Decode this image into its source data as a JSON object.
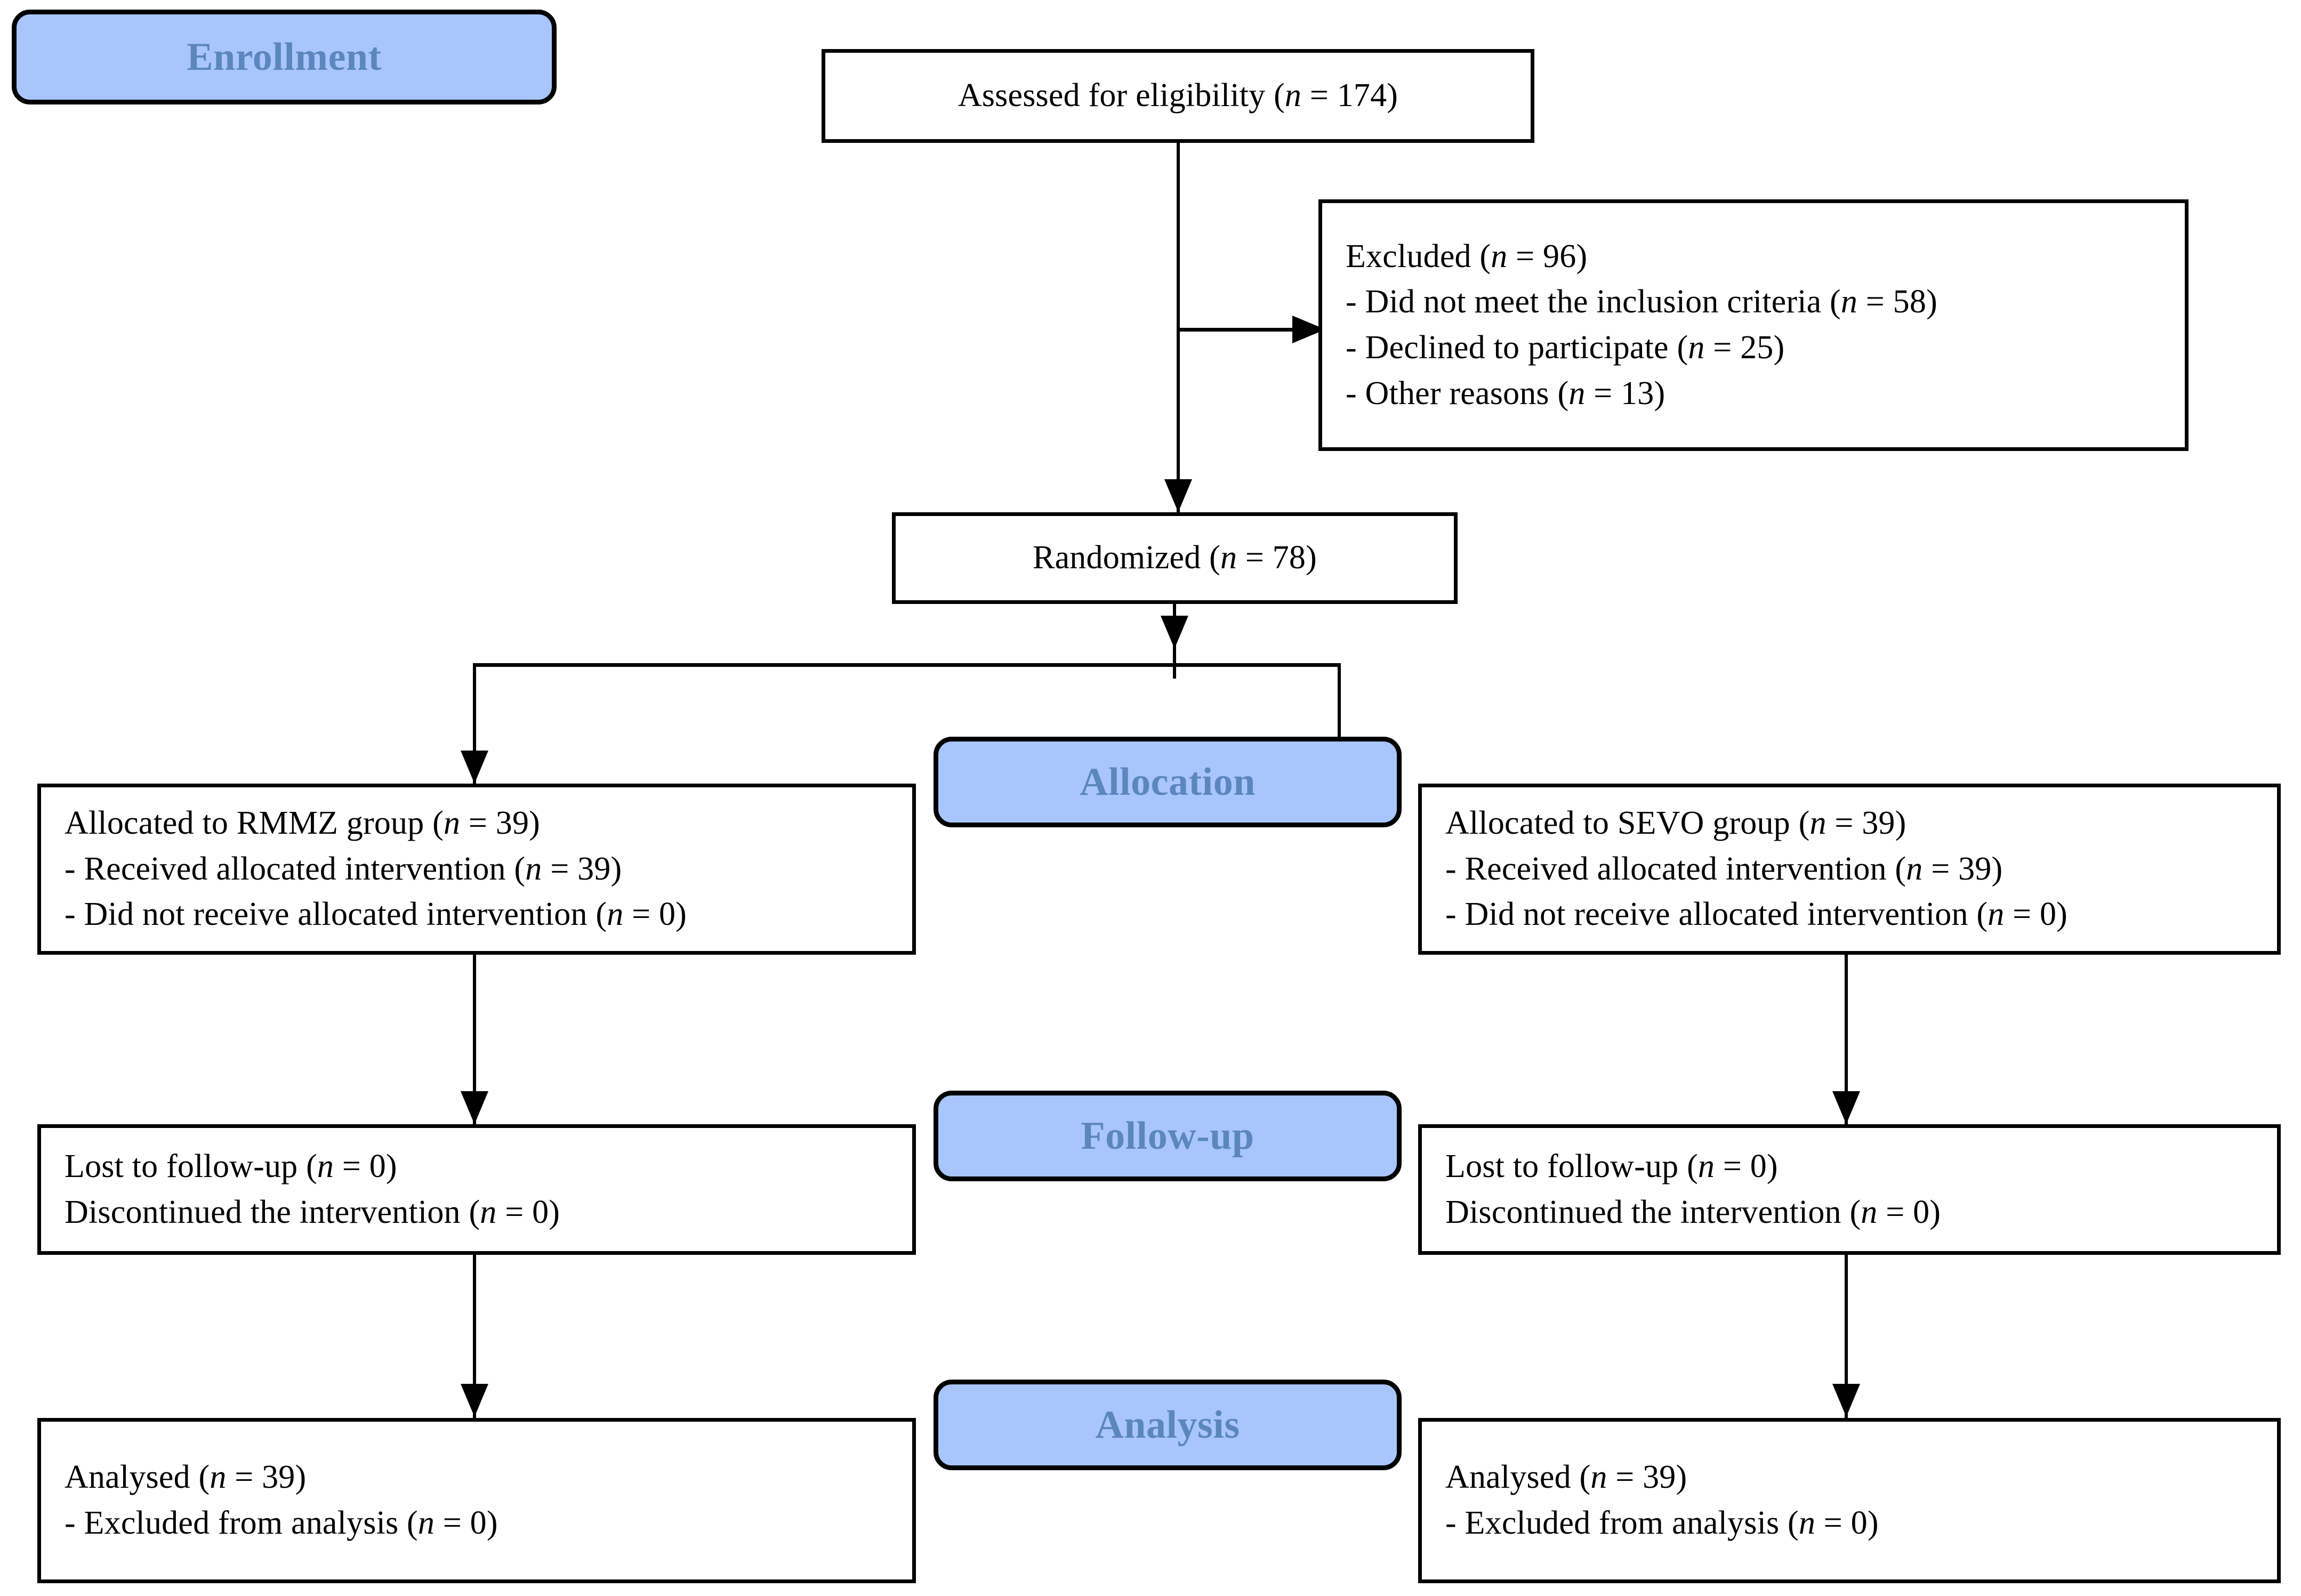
{
  "diagram": {
    "title": "CONSORT participant flow diagram",
    "colors": {
      "stage_fill": "#a9c6fc",
      "stage_text": "#5b86be",
      "box_border": "#000000",
      "box_fill": "#ffffff",
      "connector": "#000000"
    }
  },
  "stages": {
    "enrollment": "Enrollment",
    "allocation": "Allocation",
    "followup": "Follow-up",
    "analysis": "Analysis"
  },
  "nodes": {
    "assessed": {
      "lines": [
        "Assessed for eligibility (n = 174)"
      ]
    },
    "excluded": {
      "lines": [
        "Excluded (n = 96)",
        "- Did not meet the inclusion criteria (n = 58)",
        "- Declined to participate (n = 25)",
        "- Other reasons (n = 13)"
      ]
    },
    "randomized": {
      "lines": [
        "Randomized (n = 78)"
      ]
    },
    "alloc_left": {
      "lines": [
        "Allocated to RMMZ group (n = 39)",
        "- Received allocated intervention (n = 39)",
        "- Did not receive allocated intervention (n = 0)"
      ]
    },
    "alloc_right": {
      "lines": [
        "Allocated to SEVO group (n = 39)",
        "- Received allocated intervention (n = 39)",
        "- Did not receive allocated intervention (n = 0)"
      ]
    },
    "follow_left": {
      "lines": [
        "Lost to follow-up (n = 0)",
        "Discontinued the intervention (n = 0)"
      ]
    },
    "follow_right": {
      "lines": [
        "Lost to follow-up (n = 0)",
        "Discontinued the intervention (n = 0)"
      ]
    },
    "analysis_left": {
      "lines": [
        "Analysed (n = 39)",
        "- Excluded from analysis (n = 0)"
      ]
    },
    "analysis_right": {
      "lines": [
        "Analysed (n = 39)",
        "- Excluded from analysis (n = 0)"
      ]
    }
  }
}
